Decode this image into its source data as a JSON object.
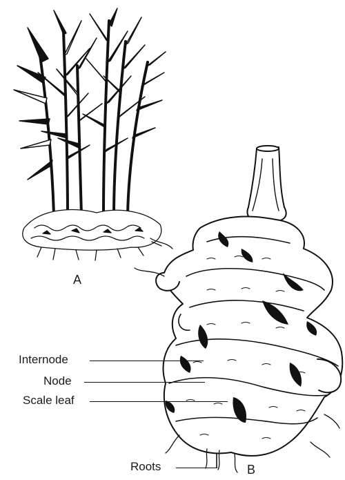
{
  "figure_labels": {
    "a": "A",
    "b": "B"
  },
  "labels": {
    "internode": "Internode",
    "node": "Node",
    "scale_leaf": "Scale leaf",
    "roots": "Roots"
  }
}
